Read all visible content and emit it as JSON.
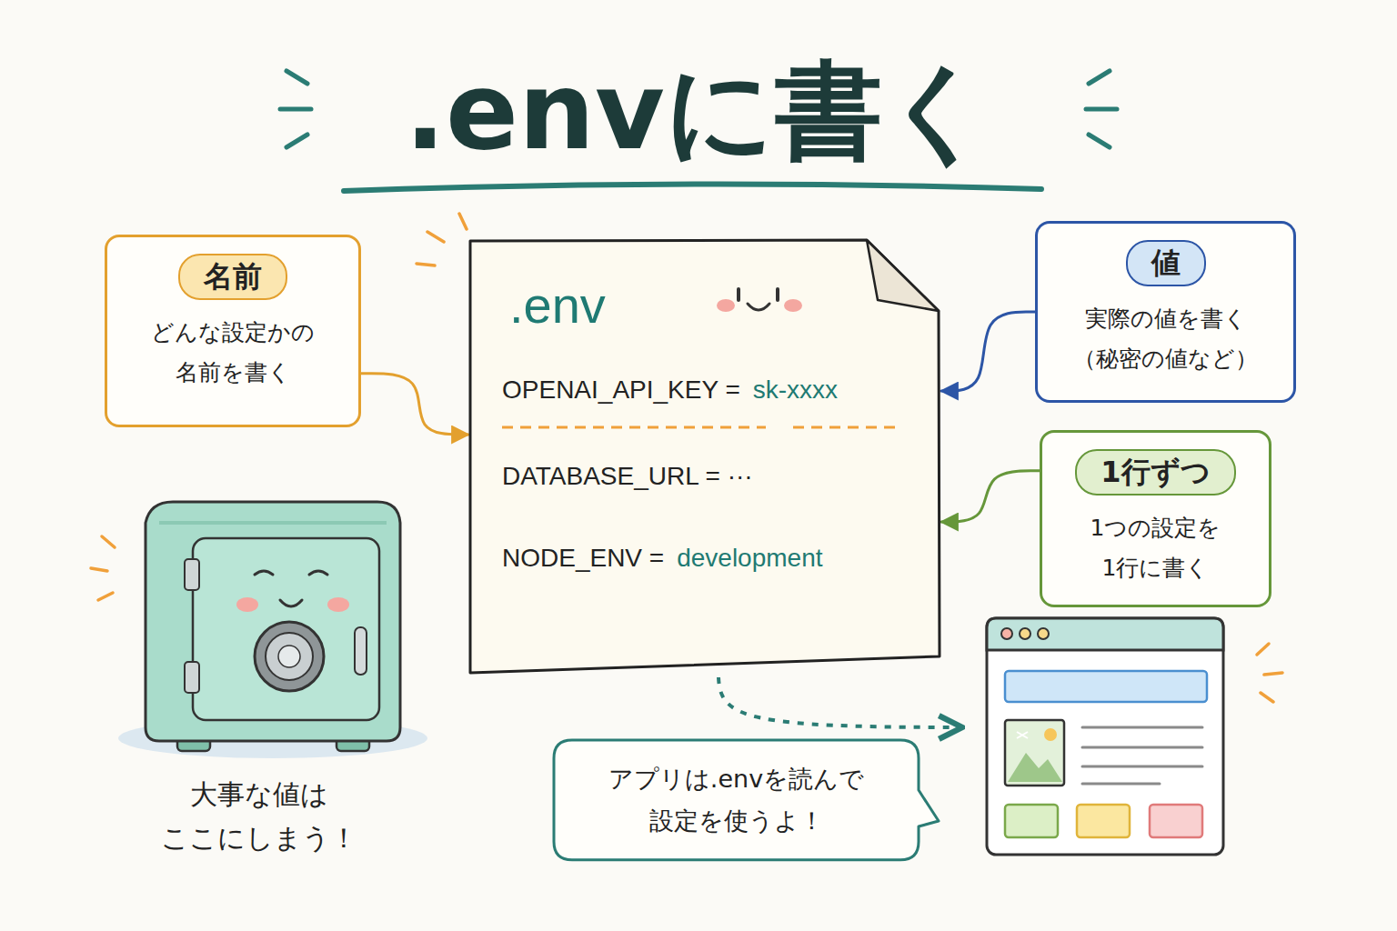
{
  "diagram": {
    "title": ".envに書く",
    "nodes": [
      {
        "text": [
          ".env",
          "OPENAI_API_KEY =",
          "sk-xxxx",
          "DATABASE_URL = ···",
          "NODE_ENV =",
          "development"
        ]
      },
      {
        "text": [
          "名前",
          "どんな設定かの 名前を書く"
        ]
      },
      {
        "text": [
          "値",
          "実際の値を書く （秘密の値など）"
        ]
      },
      {
        "text": [
          "1行ずつ",
          "1つの設定を 1行に書く"
        ]
      },
      {
        "text": [
          "アプリは.envを読んで 設定を使うよ！"
        ]
      }
    ],
    "edges": [
      {
        "from": 1,
        "to": 0,
        "arrow": "to"
      },
      {
        "from": 2,
        "to": 0,
        "arrow": "to"
      },
      {
        "from": 3,
        "to": 0,
        "arrow": "to"
      }
    ],
    "labels": [
      "大事な値は ここにしまう！"
    ]
  }
}
